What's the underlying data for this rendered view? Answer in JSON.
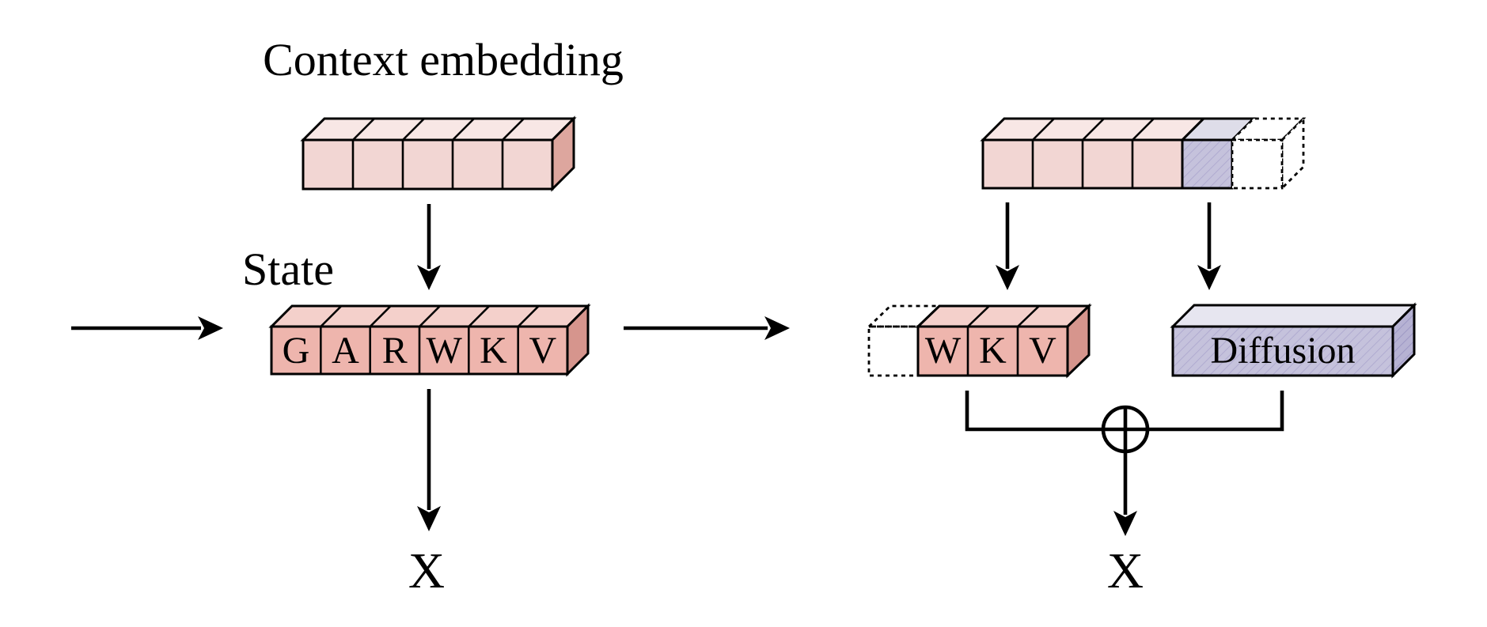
{
  "figure": {
    "type": "architecture-diagram",
    "description_visible_only": "Two-stage tensor diagram with state recurrence and diffusion sum"
  },
  "left_panel": {
    "title": "Context embedding",
    "state_label": "State",
    "context_cell_count": 5,
    "state_cells": [
      "G",
      "A",
      "R",
      "W",
      "K",
      "V"
    ],
    "output_label": "X"
  },
  "right_panel": {
    "embedding_pink_cell_count": 4,
    "embedding_purple_cell_count": 1,
    "embedding_ghost_cell_count": 1,
    "wkv_cells": [
      "W",
      "K",
      "V"
    ],
    "wkv_ghost_cell_count": 1,
    "diffusion_label": "Diffusion",
    "sum_symbol": "⊕",
    "output_label": "X"
  },
  "colors": {
    "background": "#ffffff",
    "line": "#000000",
    "pink_front": "#f2d6d3",
    "pink_top": "#f8e7e5",
    "pink_side": "#dda69e",
    "salmon_front": "#eeb5ad",
    "salmon_top": "#f4d0cb",
    "salmon_side": "#d6958d",
    "purple_front": "#c5c2dc",
    "purple_top": "#dedde9",
    "diffusion_top": "#e7e6f0",
    "purple_side": "#b6b2d3",
    "ghost_side": "#e8e8e8",
    "hatch_line": "#b0abd0"
  }
}
